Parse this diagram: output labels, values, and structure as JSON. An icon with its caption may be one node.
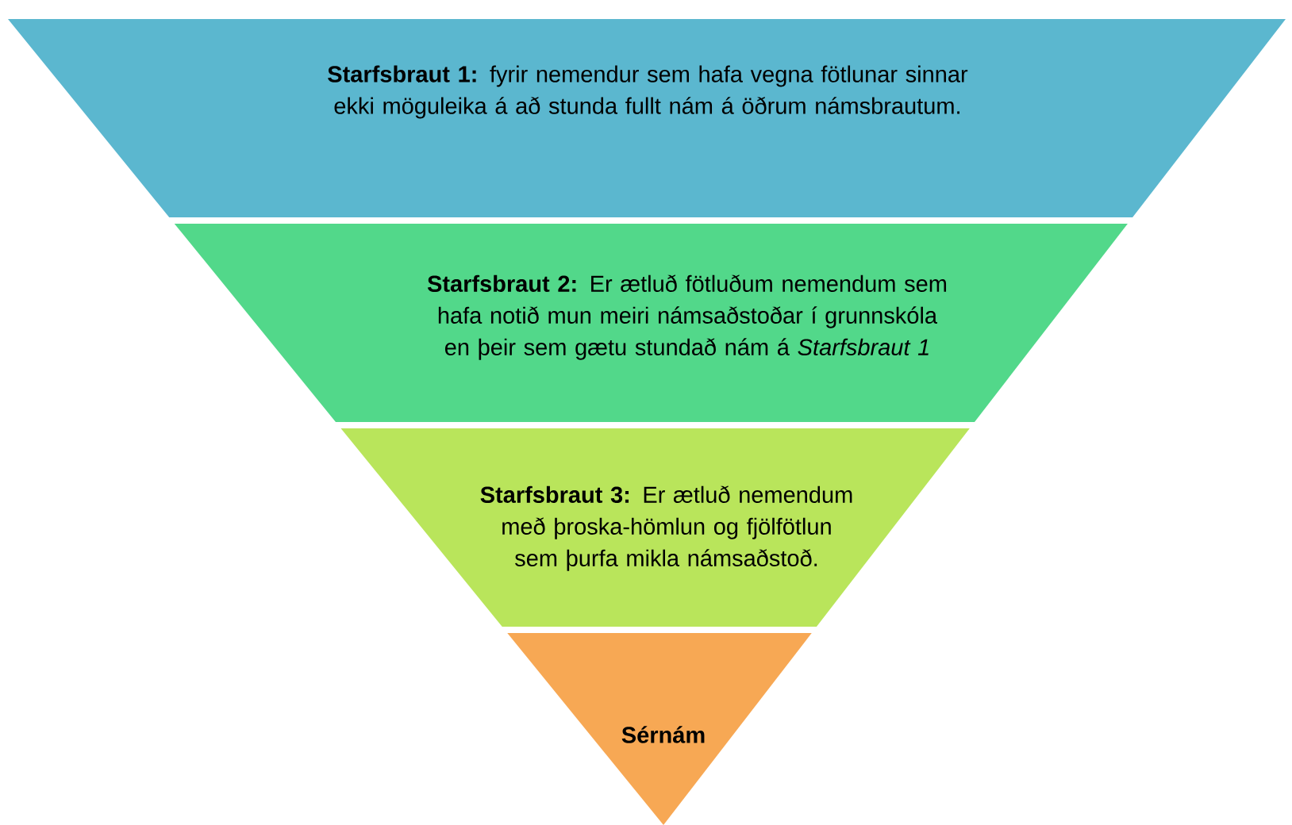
{
  "diagram": {
    "nodes": [
      {
        "text": [
          "**Starfsbraut 1:** fyrir nemendur sem hafa vegna fötlunar sinnar ekki möguleika á að stunda fullt nám á öðrum námsbrautum."
        ]
      },
      {
        "text": [
          "**Starfsbraut 2:** Er ætluð fötluðum nemendum sem hafa notið mun meiri námsaðstoðar í grunnskóla en þeir sem gætu stundað nám á *Starfsbraut 1*"
        ]
      },
      {
        "text": [
          "**Starfsbraut 3:** Er ætluð nemendum með þroska-hömlun og fjölfötlun sem þurfa mikla námsaðstoð."
        ]
      },
      {
        "text": [
          "Sérnám"
        ]
      }
    ]
  }
}
